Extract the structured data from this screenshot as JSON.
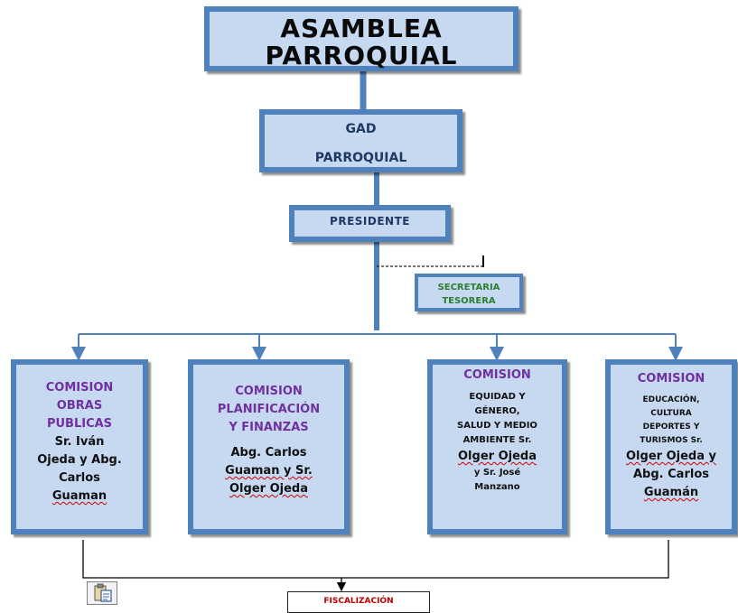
{
  "asamblea": {
    "line1": "ASAMBLEA",
    "line2": "PARROQUIAL"
  },
  "gad": {
    "line1": "GAD",
    "line2": "PARROQUIAL"
  },
  "presidente": {
    "label": "PRESIDENTE"
  },
  "secretaria": {
    "line1": "SECRETARIA",
    "line2": "TESORERA"
  },
  "comisiones": [
    {
      "title_lines": [
        "COMISION",
        "OBRAS",
        "PUBLICAS"
      ],
      "member_lines": [
        "Sr. Iván",
        "Ojeda y Abg.",
        "Carlos",
        "Guaman"
      ]
    },
    {
      "title_lines": [
        "COMISION",
        "PLANIFICACIÓN",
        "Y FINANZAS"
      ],
      "member_lines": [
        "Abg. Carlos",
        "Guaman  y Sr.",
        "Olger Ojeda"
      ]
    },
    {
      "title_lines": [
        "COMISION"
      ],
      "member_lines": [
        "EQUIDAD Y",
        "GÉNERO,",
        "SALUD Y MEDIO",
        "AMBIENTE Sr.",
        "Olger Ojeda",
        "y Sr. José",
        "Manzano"
      ]
    },
    {
      "title_lines": [
        "COMISION"
      ],
      "member_lines": [
        "EDUCACIÓN,",
        "CULTURA",
        "DEPORTES Y",
        "TURISMOS Sr.",
        "Olger Ojeda y",
        "Abg. Carlos",
        "Guamán"
      ]
    }
  ],
  "fiscalizacion": {
    "label": "FISCALIZACIÓN"
  },
  "icons": {
    "paste": "clipboard-icon"
  },
  "colors": {
    "box_fill": "#c6d9f1",
    "box_border": "#4f81bd",
    "title_purple": "#7030a0",
    "navy_text": "#1f3864",
    "secretaria_green": "#2e7d32",
    "fiscalizacion_red": "#c00000"
  }
}
